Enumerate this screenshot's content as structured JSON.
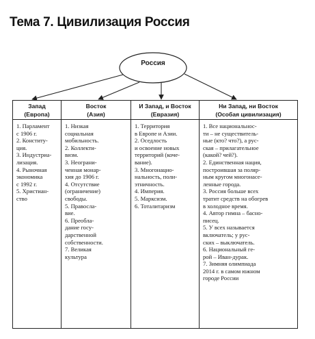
{
  "page_title": "Тема 7. Цивилизация Россия",
  "center_node": "Россия",
  "columns": [
    {
      "header_line1": "Запад",
      "header_line2": "(Европа)",
      "lines": [
        "1. Парламент",
        "с 1906 г.",
        "2. Конститу-",
        "ция.",
        "3. Индустриа-",
        "лизация.",
        "4. Рыночная",
        "экономика",
        "с 1992 г.",
        "5. Христиан-",
        "ство"
      ]
    },
    {
      "header_line1": "Восток",
      "header_line2": "(Азия)",
      "lines": [
        "1. Низкая",
        "социальная",
        "мобильность.",
        "2. Коллекти-",
        "визм.",
        "3. Неограни-",
        "ченная монар-",
        "хия до 1906 г.",
        "4. Отсутствие",
        "(ограничение)",
        "свободы.",
        "5. Правосла-",
        "вие.",
        "6. Преобла-",
        "дание госу-",
        "дарственной",
        "собственности.",
        "7. Великая",
        "культура"
      ]
    },
    {
      "header_line1": "И Запад, и Восток",
      "header_line2": "(Евразия)",
      "lines": [
        "1. Территория",
        "в Европе и Азии.",
        "2. Оседлость",
        "и освоение новых",
        "территорий (коче-",
        "вание).",
        "3. Многонацио-",
        "нальность, поли-",
        "этничность.",
        "4. Империя.",
        "5. Марксизм.",
        "6. Тоталитаризм"
      ]
    },
    {
      "header_line1": "Ни Запад, ни Восток",
      "header_line2": "(Особая цивилизация)",
      "lines": [
        "1. Все национальнос-",
        "ти – не существитель-",
        "ные (кто? что?), а рус-",
        "ская – прилагательное",
        "(какой? чей?).",
        "2. Единственная нация,",
        "построившая за поляр-",
        "ным кругом многонасе-",
        "ленные города.",
        "3. Россия больше всех",
        "тратит средств на обогрев",
        "в холодное время.",
        "4. Автор гимна – басно-",
        "писец.",
        "5. У всех называется",
        "включатель; у рус-",
        "ских – выключатель.",
        "6. Национальный ге-",
        "рой – Иван-дурак.",
        "7. Зимняя олимпиада",
        "2014 г. в самом южном",
        "городе России"
      ]
    }
  ]
}
